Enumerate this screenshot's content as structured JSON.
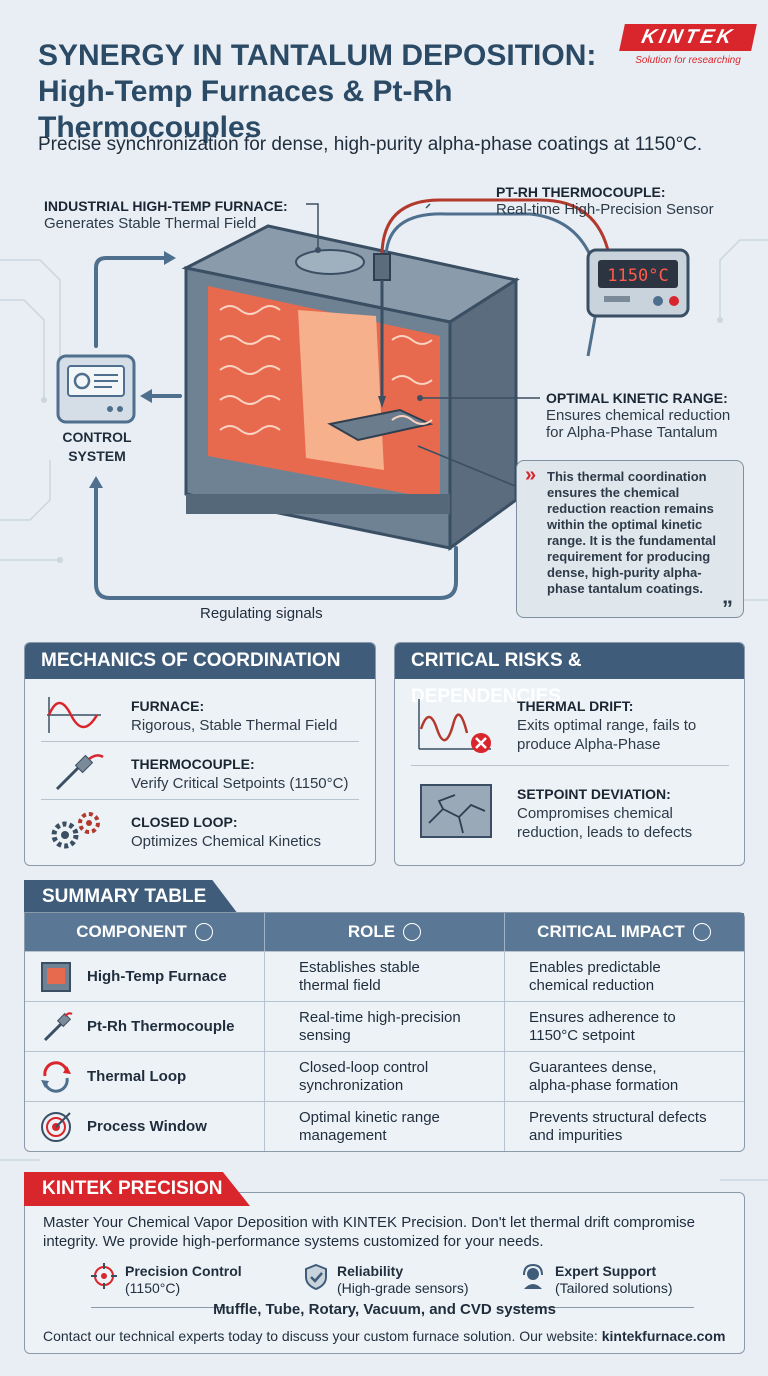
{
  "header": {
    "title_line1": "SYNERGY IN TANTALUM DEPOSITION:",
    "title_line2": "High-Temp Furnaces & Pt-Rh Thermocouples",
    "subtitle": "Precise synchronization for dense, high-purity alpha-phase coatings at 1150°C."
  },
  "logo": {
    "brand": "KINTEK",
    "tagline": "Solution for researching"
  },
  "diagram": {
    "furnace_label": {
      "title": "INDUSTRIAL HIGH-TEMP FURNACE:",
      "desc": "Generates Stable Thermal Field"
    },
    "thermocouple_label": {
      "title": "PT-RH THERMOCOUPLE:",
      "desc": "Real-time High-Precision Sensor"
    },
    "display_reading": "1150°C",
    "kinetic_label": {
      "title": "OPTIMAL KINETIC RANGE:",
      "desc_line1": "Ensures chemical reduction",
      "desc_line2": "for Alpha-Phase Tantalum"
    },
    "control_system_line1": "CONTROL",
    "control_system_line2": "SYSTEM",
    "regulating_label": "Regulating signals",
    "quote": "This thermal coordination ensures the chemical reduction reaction remains within the optimal kinetic range. It is the fundamental requirement for producing dense, high-purity alpha-phase tantalum coatings."
  },
  "mechanics": {
    "heading": "MECHANICS OF COORDINATION",
    "items": [
      {
        "title": "FURNACE:",
        "desc": "Rigorous, Stable Thermal Field",
        "icon": "sine-wave-icon"
      },
      {
        "title": "THERMOCOUPLE:",
        "desc": "Verify Critical Setpoints (1150°C)",
        "icon": "probe-icon"
      },
      {
        "title": "CLOSED LOOP:",
        "desc": "Optimizes Chemical Kinetics",
        "icon": "gears-icon"
      }
    ]
  },
  "risks": {
    "heading": "CRITICAL RISKS & DEPENDENCIES",
    "items": [
      {
        "title": "THERMAL DRIFT:",
        "desc_line1": "Exits optimal range, fails to",
        "desc_line2": "produce Alpha-Phase",
        "icon": "drift-chart-icon"
      },
      {
        "title": "SETPOINT DEVIATION:",
        "desc_line1": "Compromises chemical",
        "desc_line2": "reduction, leads to defects",
        "icon": "cracked-surface-icon"
      }
    ]
  },
  "summary": {
    "heading": "SUMMARY TABLE",
    "columns": [
      "COMPONENT",
      "ROLE",
      "CRITICAL IMPACT"
    ],
    "rows": [
      {
        "component": "High-Temp Furnace",
        "role_l1": "Establishes stable",
        "role_l2": "thermal field",
        "impact_l1": "Enables predictable",
        "impact_l2": "chemical reduction"
      },
      {
        "component": "Pt-Rh Thermocouple",
        "role_l1": "Real-time high-precision",
        "role_l2": "sensing",
        "impact_l1": "Ensures adherence to",
        "impact_l2": "1150°C setpoint"
      },
      {
        "component": "Thermal Loop",
        "role_l1": "Closed-loop control",
        "role_l2": "synchronization",
        "impact_l1": "Guarantees dense,",
        "impact_l2": "alpha-phase formation"
      },
      {
        "component": "Process Window",
        "role_l1": "Optimal kinetic range",
        "role_l2": "management",
        "impact_l1": "Prevents structural defects",
        "impact_l2": "and impurities"
      }
    ]
  },
  "kintek": {
    "heading": "KINTEK PRECISION",
    "text": "Master Your Chemical Vapor Deposition with KINTEK Precision. Don't let thermal drift compromise integrity. We provide high-performance systems customized for your needs.",
    "features": [
      {
        "title": "Precision Control",
        "sub": "(1150°C)"
      },
      {
        "title": "Reliability",
        "sub": "(High-grade sensors)"
      },
      {
        "title": "Expert Support",
        "sub": "(Tailored solutions)"
      }
    ],
    "systems": "Muffle, Tube, Rotary, Vacuum, and CVD systems",
    "contact_text": "Contact our technical experts today to discuss your custom furnace solution. Our website: ",
    "website": "kintekfurnace.com"
  },
  "colors": {
    "navy": "#3f5d7a",
    "accent_red": "#d9262c",
    "background": "#e8eef3"
  }
}
